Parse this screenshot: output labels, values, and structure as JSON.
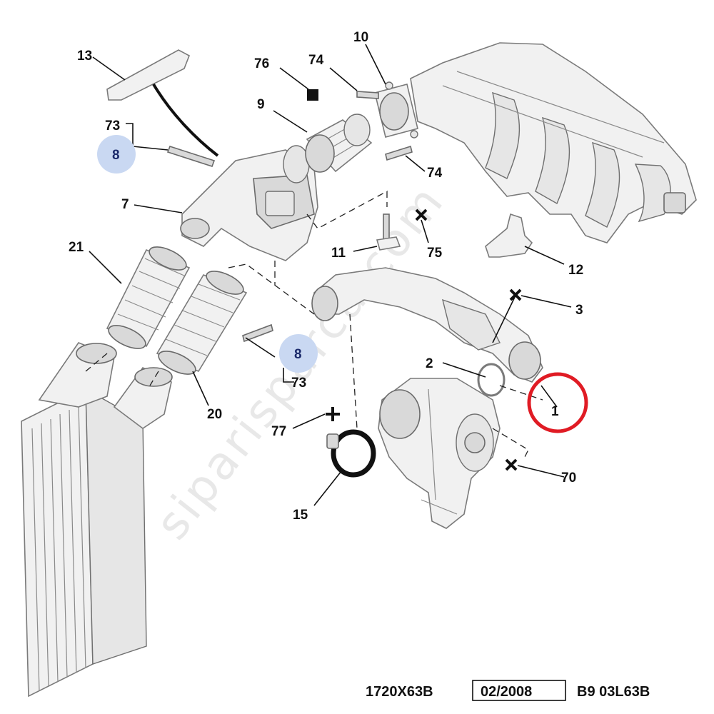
{
  "callouts": {
    "c13": "13",
    "c76": "76",
    "c74a": "74",
    "c10": "10",
    "c9": "9",
    "c73a": "73",
    "c8a": "8",
    "c74b": "74",
    "c7": "7",
    "c21": "21",
    "c11": "11",
    "c75": "75",
    "c12": "12",
    "c3": "3",
    "c8b": "8",
    "c73b": "73",
    "c2": "2",
    "c1": "1",
    "c20": "20",
    "c77": "77",
    "c70": "70",
    "c15": "15"
  },
  "footer": {
    "ref_code": "1720X63B",
    "date": "02/2008",
    "engine_code": "B9 03L63B"
  },
  "watermark": "siparisparca.com",
  "colors": {
    "highlight_circle": "#e01b24",
    "blue_badge": "#c9d8f2"
  },
  "icons": {
    "square_marker": "filled-square-icon",
    "cross_marker": "cross-icon",
    "plus_marker": "plus-icon"
  }
}
